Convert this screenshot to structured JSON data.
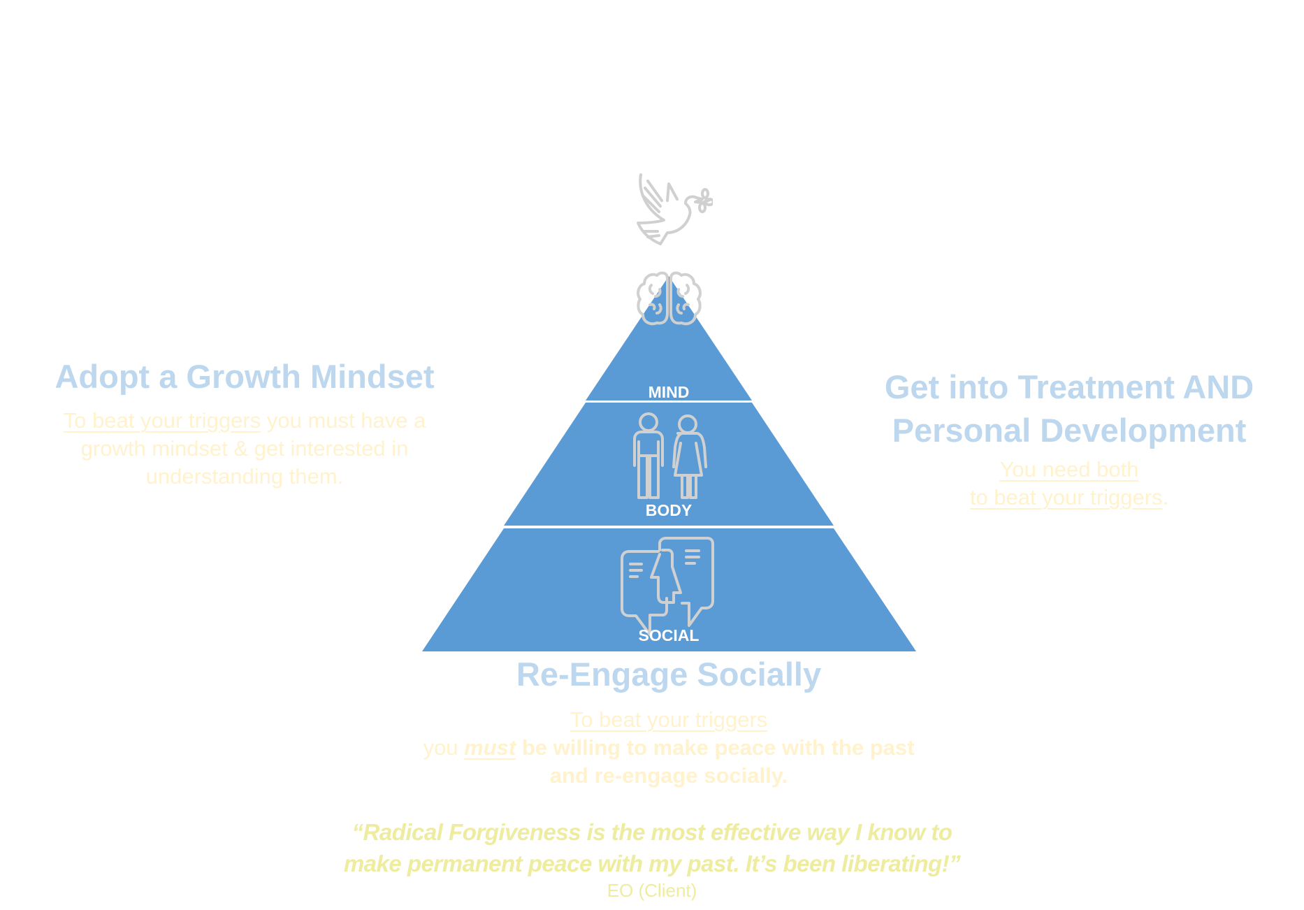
{
  "colors": {
    "pyramid_fill": "#5b9bd5",
    "divider": "#ffffff",
    "heading": "#bdd7ee",
    "body_text": "#fff2cc",
    "quote": "#eeec9e",
    "icon": "#d0d0d0"
  },
  "top_icon": "dove-with-olive-branch-icon",
  "pyramid": {
    "tiers": [
      {
        "label": "MIND",
        "icon": "brain-icon"
      },
      {
        "label": "BODY",
        "icon": "man-and-woman-icon"
      },
      {
        "label": "SOCIAL",
        "icon": "two-faces-speech-bubbles-icon"
      }
    ]
  },
  "left": {
    "heading": "Adopt a Growth Mindset",
    "text_underlined": "To beat your triggers",
    "text_rest_line1": " you must have a",
    "text_line2": "growth mindset & get interested in",
    "text_line3": "understanding them."
  },
  "right": {
    "heading_line1": "Get into Treatment AND",
    "heading_line2": "Personal Development",
    "text_line1": "You need both",
    "text_line2": "to beat your triggers",
    "text_line2_end": "."
  },
  "bottom": {
    "heading": "Re-Engage Socially",
    "text_line1": "To beat your triggers",
    "text_line2_you": "you ",
    "text_line2_must": "must",
    "text_line2_rest": " be willing to make peace with the past",
    "text_line3": "and re-engage socially."
  },
  "testimonial": {
    "quote_line1": "“Radical Forgiveness is the most effective way I know to",
    "quote_line2": "make permanent peace with my past. It’s been liberating!”",
    "attribution": "EO (Client)"
  }
}
